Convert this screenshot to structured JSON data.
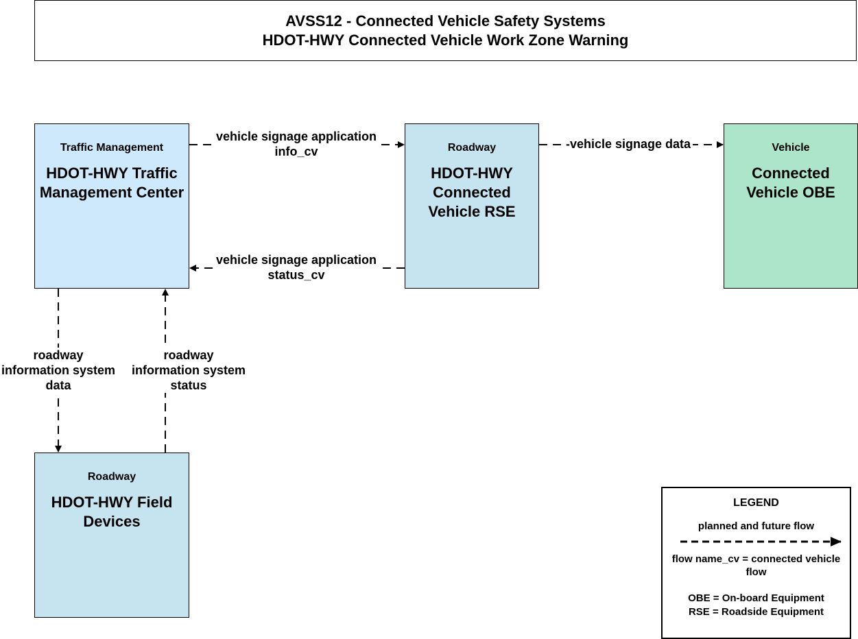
{
  "title": {
    "line1": "AVSS12 - Connected Vehicle Safety Systems",
    "line2": "HDOT-HWY Connected Vehicle Work Zone Warning"
  },
  "nodes": {
    "tmc": {
      "category": "Traffic Management",
      "name": "HDOT-HWY Traffic Management Center",
      "color": "#cde9fb"
    },
    "rse": {
      "category": "Roadway",
      "name": "HDOT-HWY Connected Vehicle RSE",
      "color": "#c6e4ef"
    },
    "obe": {
      "category": "Vehicle",
      "name": "Connected Vehicle OBE",
      "color": "#ade5cb"
    },
    "field": {
      "category": "Roadway",
      "name": "HDOT-HWY Field Devices",
      "color": "#c6e4ef"
    }
  },
  "flows": {
    "info_cv": {
      "line1": "vehicle signage application",
      "line2": "info_cv"
    },
    "status_cv": {
      "line1": "vehicle signage application",
      "line2": "status_cv"
    },
    "signage_data": {
      "label": "-vehicle signage data"
    },
    "ris_data": {
      "line1": "roadway",
      "line2": "information system",
      "line3": "data"
    },
    "ris_status": {
      "line1": "roadway",
      "line2": "information system",
      "line3": "status"
    }
  },
  "legend": {
    "title": "LEGEND",
    "flow_type": "planned and future flow",
    "cv_note": "flow name_cv = connected vehicle flow",
    "obe_note": "OBE = On-board Equipment",
    "rse_note": "RSE = Roadside Equipment"
  }
}
